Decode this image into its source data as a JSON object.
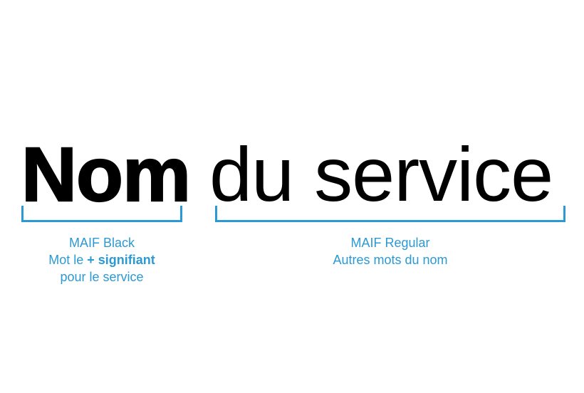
{
  "colors": {
    "accent_blue": "#2B99D4",
    "title_black": "#000000",
    "page_bg": "#ffffff"
  },
  "wordmark": {
    "black_word": "Nom",
    "regular_words": "du service"
  },
  "annotations": {
    "left": {
      "font_name": "MAIF Black",
      "line2_regular": "Mot le ",
      "line2_bold": "+ signifiant",
      "line3": "pour le service"
    },
    "right": {
      "font_name": "MAIF Regular",
      "line2": "Autres mots du nom"
    }
  }
}
